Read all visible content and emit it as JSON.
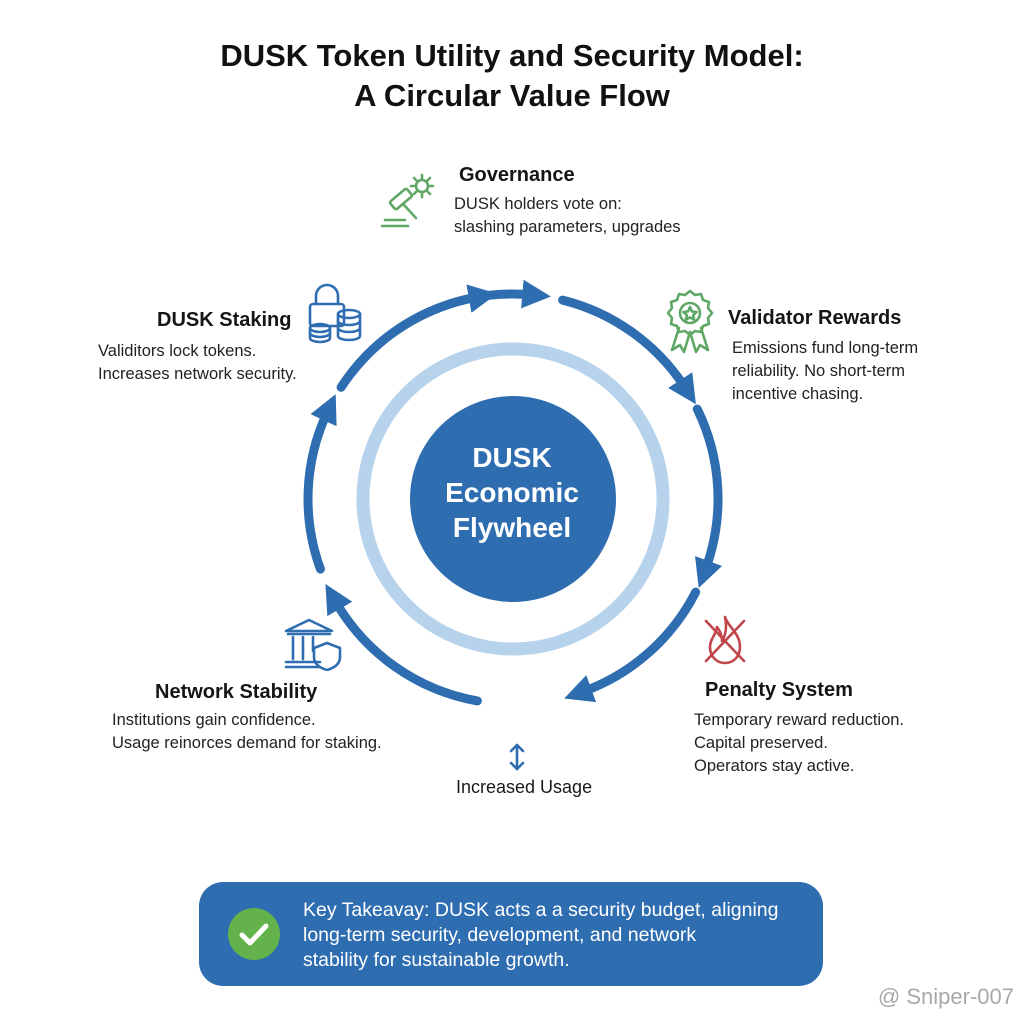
{
  "title": {
    "line1": "DUSK Token Utility and Security Model:",
    "line2": "A Circular Value Flow"
  },
  "center": {
    "line1": "DUSK",
    "line2": "Economic",
    "line3": "Flywheel"
  },
  "nodes": {
    "governance": {
      "title": "Governance",
      "desc": [
        "DUSK holders vote on:",
        "slashing parameters, upgrades"
      ],
      "icon": "gavel-gear-icon"
    },
    "validator_rewards": {
      "title": "Validator Rewards",
      "desc": [
        "Emissions fund long-term",
        "reliability. No short-term",
        "incentive chasing."
      ],
      "icon": "award-badge-icon"
    },
    "penalty_system": {
      "title": "Penalty System",
      "desc": [
        "Temporary reward reduction.",
        "Capital preserved.",
        "Operators stay active."
      ],
      "icon": "crossed-flame-icon"
    },
    "network_stability": {
      "title": "Network Stability",
      "desc": [
        "Institutions gain confidence.",
        "Usage reinorces demand for staking."
      ],
      "icon": "bank-shield-icon"
    },
    "dusk_staking": {
      "title": "DUSK Staking",
      "desc": [
        "Validitors lock tokens.",
        "Increases network security."
      ],
      "icon": "lock-coins-icon"
    }
  },
  "usage_label": "Increased Usage",
  "takeaway": {
    "line1": "Key Takeavay: DUSK acts a a security budget, aligning",
    "line2": "long-term security, development, and network",
    "line3": "stability for sustainable growth.",
    "icon": "check-circle-icon"
  },
  "watermark": "@ Sniper-007",
  "colors": {
    "primary_blue": "#2f6db1",
    "light_ring": "#b7d3ec",
    "governance_green": "#5fa765",
    "penalty_red": "#c0464a",
    "check_green": "#64b24c"
  }
}
